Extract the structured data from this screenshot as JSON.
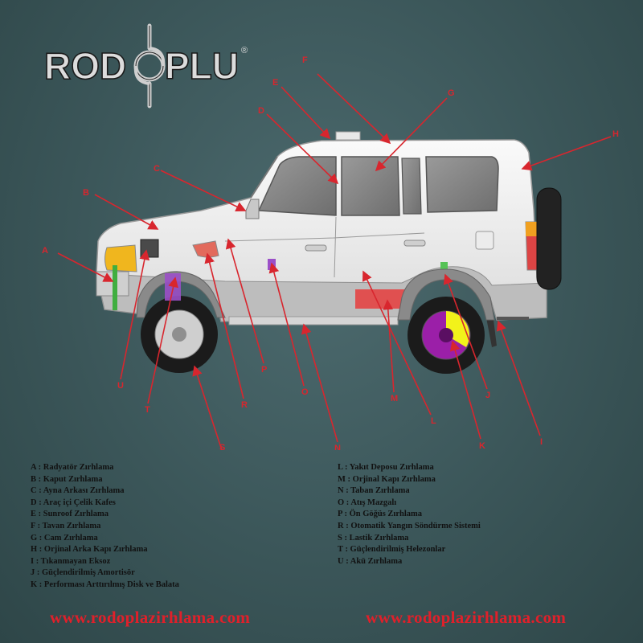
{
  "logo": {
    "text_left": "ROD",
    "text_right": "PLU",
    "registered": "®"
  },
  "callout_letters": [
    "A",
    "B",
    "C",
    "D",
    "E",
    "F",
    "G",
    "H",
    "I",
    "J",
    "K",
    "L",
    "M",
    "N",
    "O",
    "P",
    "R",
    "S",
    "T",
    "U"
  ],
  "legend_left": [
    "A : Radyatör Zırhlama",
    "B : Kaput Zırhlama",
    "C : Ayna Arkası Zırhlama",
    "D : Araç içi Çelik Kafes",
    "E : Sunroof Zırhlama",
    "F : Tavan Zırhlama",
    "G : Cam Zırhlama",
    "H : Orjinal Arka Kapı Zırhlama",
    "I : Tıkanmayan Eksoz",
    "J : Güçlendirilmiş Amortisör",
    "K : Performası Arttırılmış Disk ve Balata"
  ],
  "legend_right": [
    "L : Yakıt Deposu Zırhlama",
    "M : Orjinal Kapı Zırhlama",
    "N : Taban Zırhlama",
    "O : Atış Mazgalı",
    "P : Ön Göğüs Zırhlama",
    "R : Otomatik Yangın Söndürme Sistemi",
    "S : Lastik Zırhlama",
    "T : Güçlendirilmiş Helezonlar",
    "U : Akü Zırhlama"
  ],
  "website": "www.rodoplazirhlama.com",
  "colors": {
    "callout": "#d8262e",
    "website": "#e0202a",
    "background": "#3e5a5d"
  }
}
